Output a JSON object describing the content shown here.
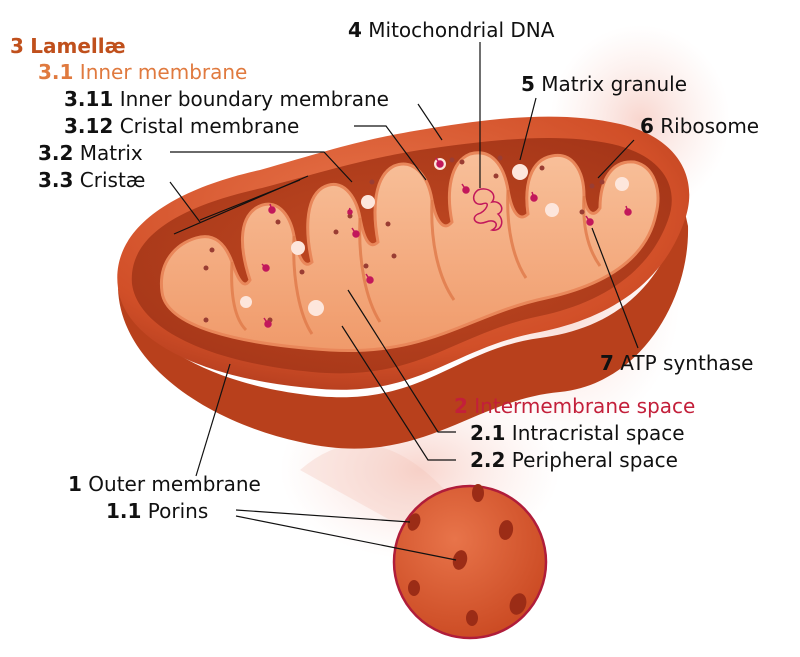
{
  "colors": {
    "outer_membrane": "#d9562b",
    "outer_dark": "#a8361a",
    "intermembrane": "#b8401c",
    "inner_membrane": "#f4a579",
    "matrix": "#f6b48a",
    "ribosome": "#9a3d33",
    "atp_synthase": "#c2185b",
    "granule": "#fde6dc",
    "dna": "#c2185b",
    "lamellae_label": "#c0501c",
    "inner_membrane_label": "#e07a3f",
    "intermembrane_label": "#c31f3a",
    "leader_line": "#111111"
  },
  "labels": {
    "lamellae": {
      "num": "3",
      "text": "Lamellæ",
      "color": "brown"
    },
    "inner_membrane": {
      "num": "3.1",
      "text": "Inner membrane",
      "color": "orange"
    },
    "inner_boundary": {
      "num": "3.11",
      "text": "Inner boundary membrane",
      "color": "dark"
    },
    "cristal": {
      "num": "3.12",
      "text": "Cristal membrane",
      "color": "dark"
    },
    "matrix": {
      "num": "3.2",
      "text": "Matrix",
      "color": "dark"
    },
    "cristae": {
      "num": "3.3",
      "text": "Cristæ",
      "color": "dark"
    },
    "mito_dna": {
      "num": "4",
      "text": "Mitochondrial DNA",
      "color": "dark"
    },
    "matrix_granule": {
      "num": "5",
      "text": "Matrix granule",
      "color": "dark"
    },
    "ribosome": {
      "num": "6",
      "text": "Ribosome",
      "color": "dark"
    },
    "atp_synthase": {
      "num": "7",
      "text": "ATP synthase",
      "color": "dark"
    },
    "intermembrane": {
      "num": "2",
      "text": "Intermembrane space",
      "color": "red"
    },
    "intracristal": {
      "num": "2.1",
      "text": "Intracristal space",
      "color": "dark"
    },
    "peripheral": {
      "num": "2.2",
      "text": "Peripheral space",
      "color": "dark"
    },
    "outer_membrane": {
      "num": "1",
      "text": "Outer membrane",
      "color": "dark"
    },
    "porins": {
      "num": "1.1",
      "text": "Porins",
      "color": "dark"
    }
  }
}
